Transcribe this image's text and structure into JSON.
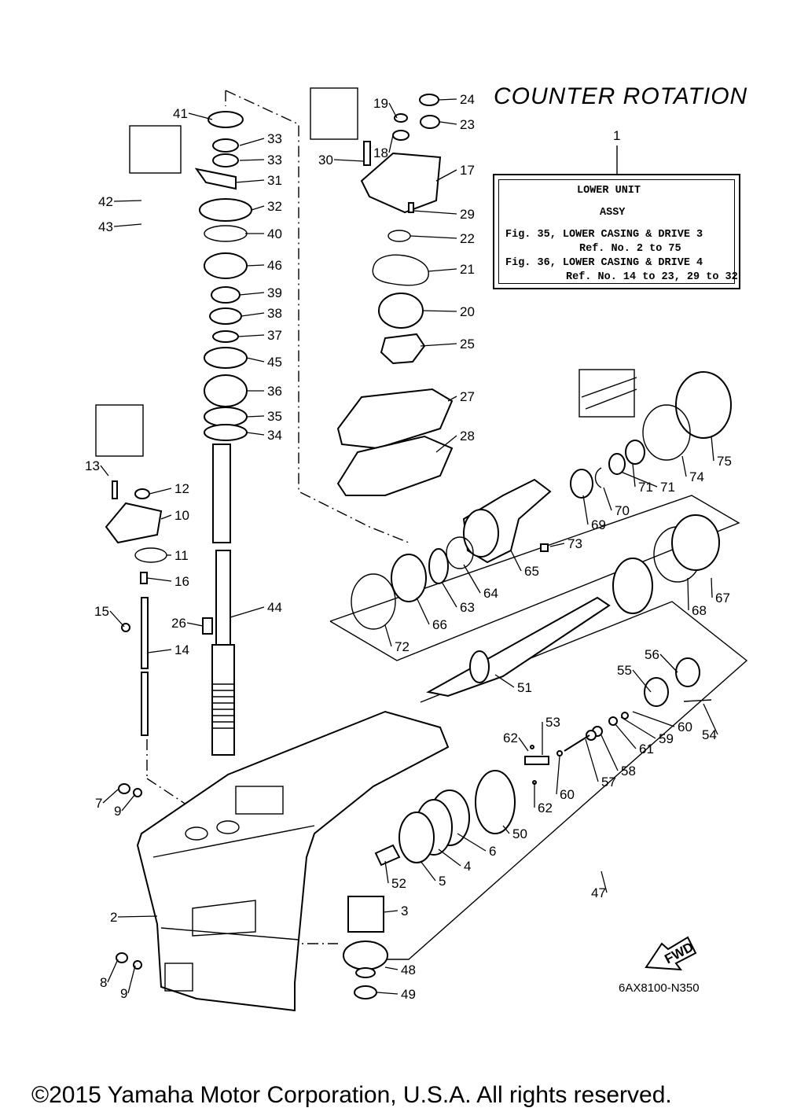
{
  "title": "COUNTER ROTATION",
  "assy_box": {
    "ref_number": "1",
    "line1": "LOWER UNIT",
    "line2": "ASSY",
    "line3": "Fig. 35, LOWER CASING & DRIVE 3",
    "line4": "Ref. No. 2 to 75",
    "line5": "Fig. 36, LOWER CASING & DRIVE 4",
    "line6": "Ref. No. 14 to 23, 29 to 32"
  },
  "diagram_code": "6AX8100-N350",
  "copyright": "©2015 Yamaha Motor Corporation, U.S.A. All rights reserved.",
  "fwd_label": "FWD",
  "callouts": [
    "41",
    "33",
    "33",
    "31",
    "42",
    "43",
    "32",
    "40",
    "46",
    "39",
    "38",
    "37",
    "45",
    "36",
    "35",
    "34",
    "13",
    "12",
    "10",
    "11",
    "16",
    "15",
    "14",
    "26",
    "44",
    "7",
    "9",
    "2",
    "8",
    "9",
    "24",
    "19",
    "23",
    "30",
    "18",
    "17",
    "29",
    "22",
    "21",
    "20",
    "25",
    "27",
    "28",
    "75",
    "74",
    "71",
    "71",
    "70",
    "69",
    "73",
    "65",
    "64",
    "63",
    "66",
    "72",
    "67",
    "68",
    "56",
    "55",
    "60",
    "54",
    "59",
    "61",
    "58",
    "57",
    "60",
    "62",
    "53",
    "62",
    "51",
    "50",
    "6",
    "4",
    "5",
    "52",
    "3",
    "47",
    "48",
    "49"
  ]
}
